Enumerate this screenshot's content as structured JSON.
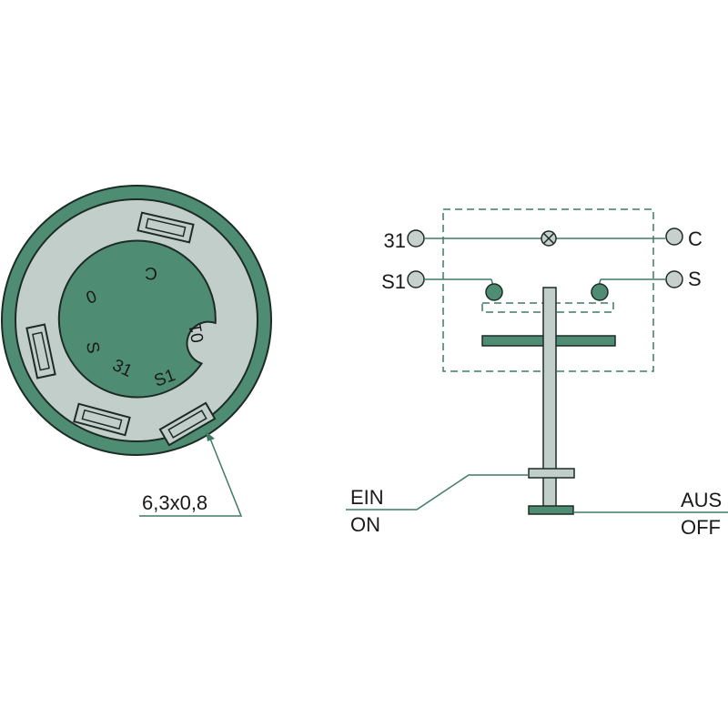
{
  "colors": {
    "housing": "#4e8c74",
    "face": "#c2ceca",
    "terminal_disc": "#4e8c74",
    "line": "#3f7a66",
    "outline": "#1d2b26",
    "terminal_circle": "#c8d0cd",
    "background": "#ffffff"
  },
  "switch_face": {
    "terminal_labels": {
      "c": "C",
      "zero": "0",
      "s": "S",
      "t31": "31",
      "s1": "S1",
      "t01": "01"
    },
    "tab_size_label": "6,3x0,8"
  },
  "schematic": {
    "terminals": {
      "t31": "31",
      "c": "C",
      "s1": "S1",
      "s": "S"
    },
    "lamp_symbol": "lamp-icon",
    "on_label_de": "EIN",
    "on_label_en": "ON",
    "off_label_de": "AUS",
    "off_label_en": "OFF"
  }
}
